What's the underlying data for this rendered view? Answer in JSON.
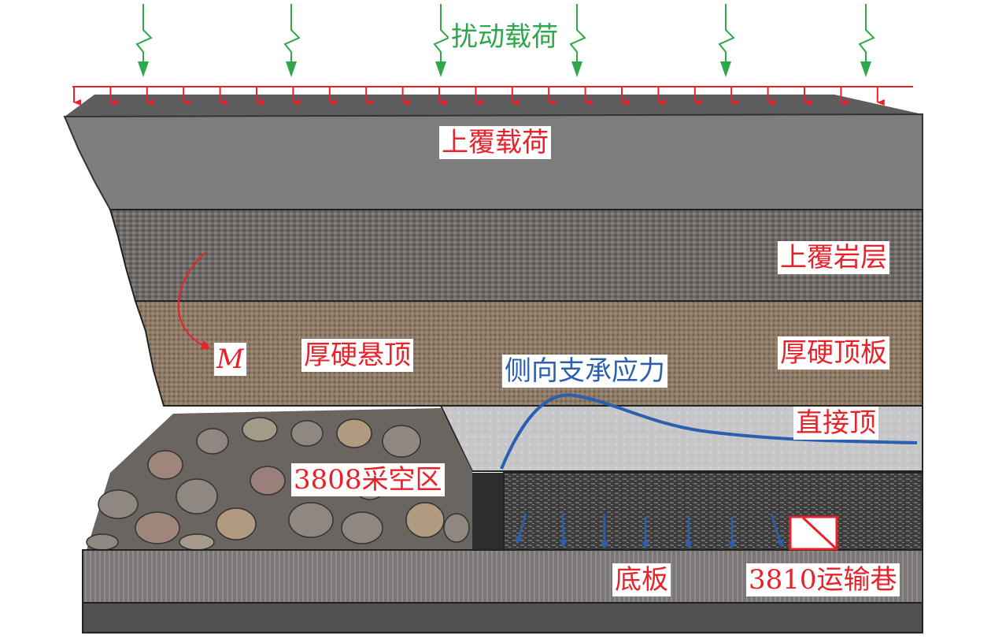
{
  "labels": {
    "disturbance_load": "扰动载荷",
    "overburden_load": "上覆载荷",
    "overlying_strata": "上覆岩层",
    "thick_hard_roof": "厚硬顶板",
    "thick_hard_hanging_roof": "厚硬悬顶",
    "moment": "M",
    "lateral_abutment_stress": "侧向支承应力",
    "immediate_roof": "直接顶",
    "goaf": "3808采空区",
    "floor": "底板",
    "haulage_roadway": "3810运输巷"
  },
  "colors": {
    "disturbance": "#2ea84a",
    "load": "#e8222a",
    "stress": "#2b5fb0"
  }
}
